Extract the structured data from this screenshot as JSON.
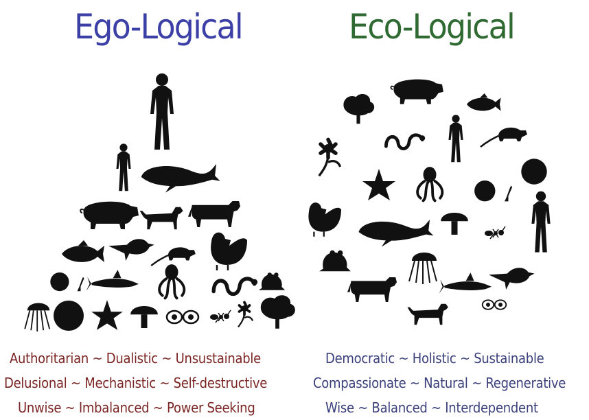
{
  "ego": {
    "title": "Ego-Logical",
    "traits": [
      "Authoritarian ~ Dualistic ~ Unsustainable",
      "Delusional ~ Mechanistic ~ Self-destructive",
      "Unwise ~ Imbalanced ~ Power Seeking"
    ],
    "title_color": "#3b3fa6",
    "trait_color": "#7a2524"
  },
  "eco": {
    "title": "Eco-Logical",
    "traits": [
      "Democratic ~ Holistic ~ Sustainable",
      "Compassionate ~ Natural ~ Regenerative",
      "Wise ~ Balanced ~ Interdependent"
    ],
    "title_color": "#2e6a32",
    "trait_color": "#3a3f7a"
  },
  "silhouette_color": "#111111"
}
